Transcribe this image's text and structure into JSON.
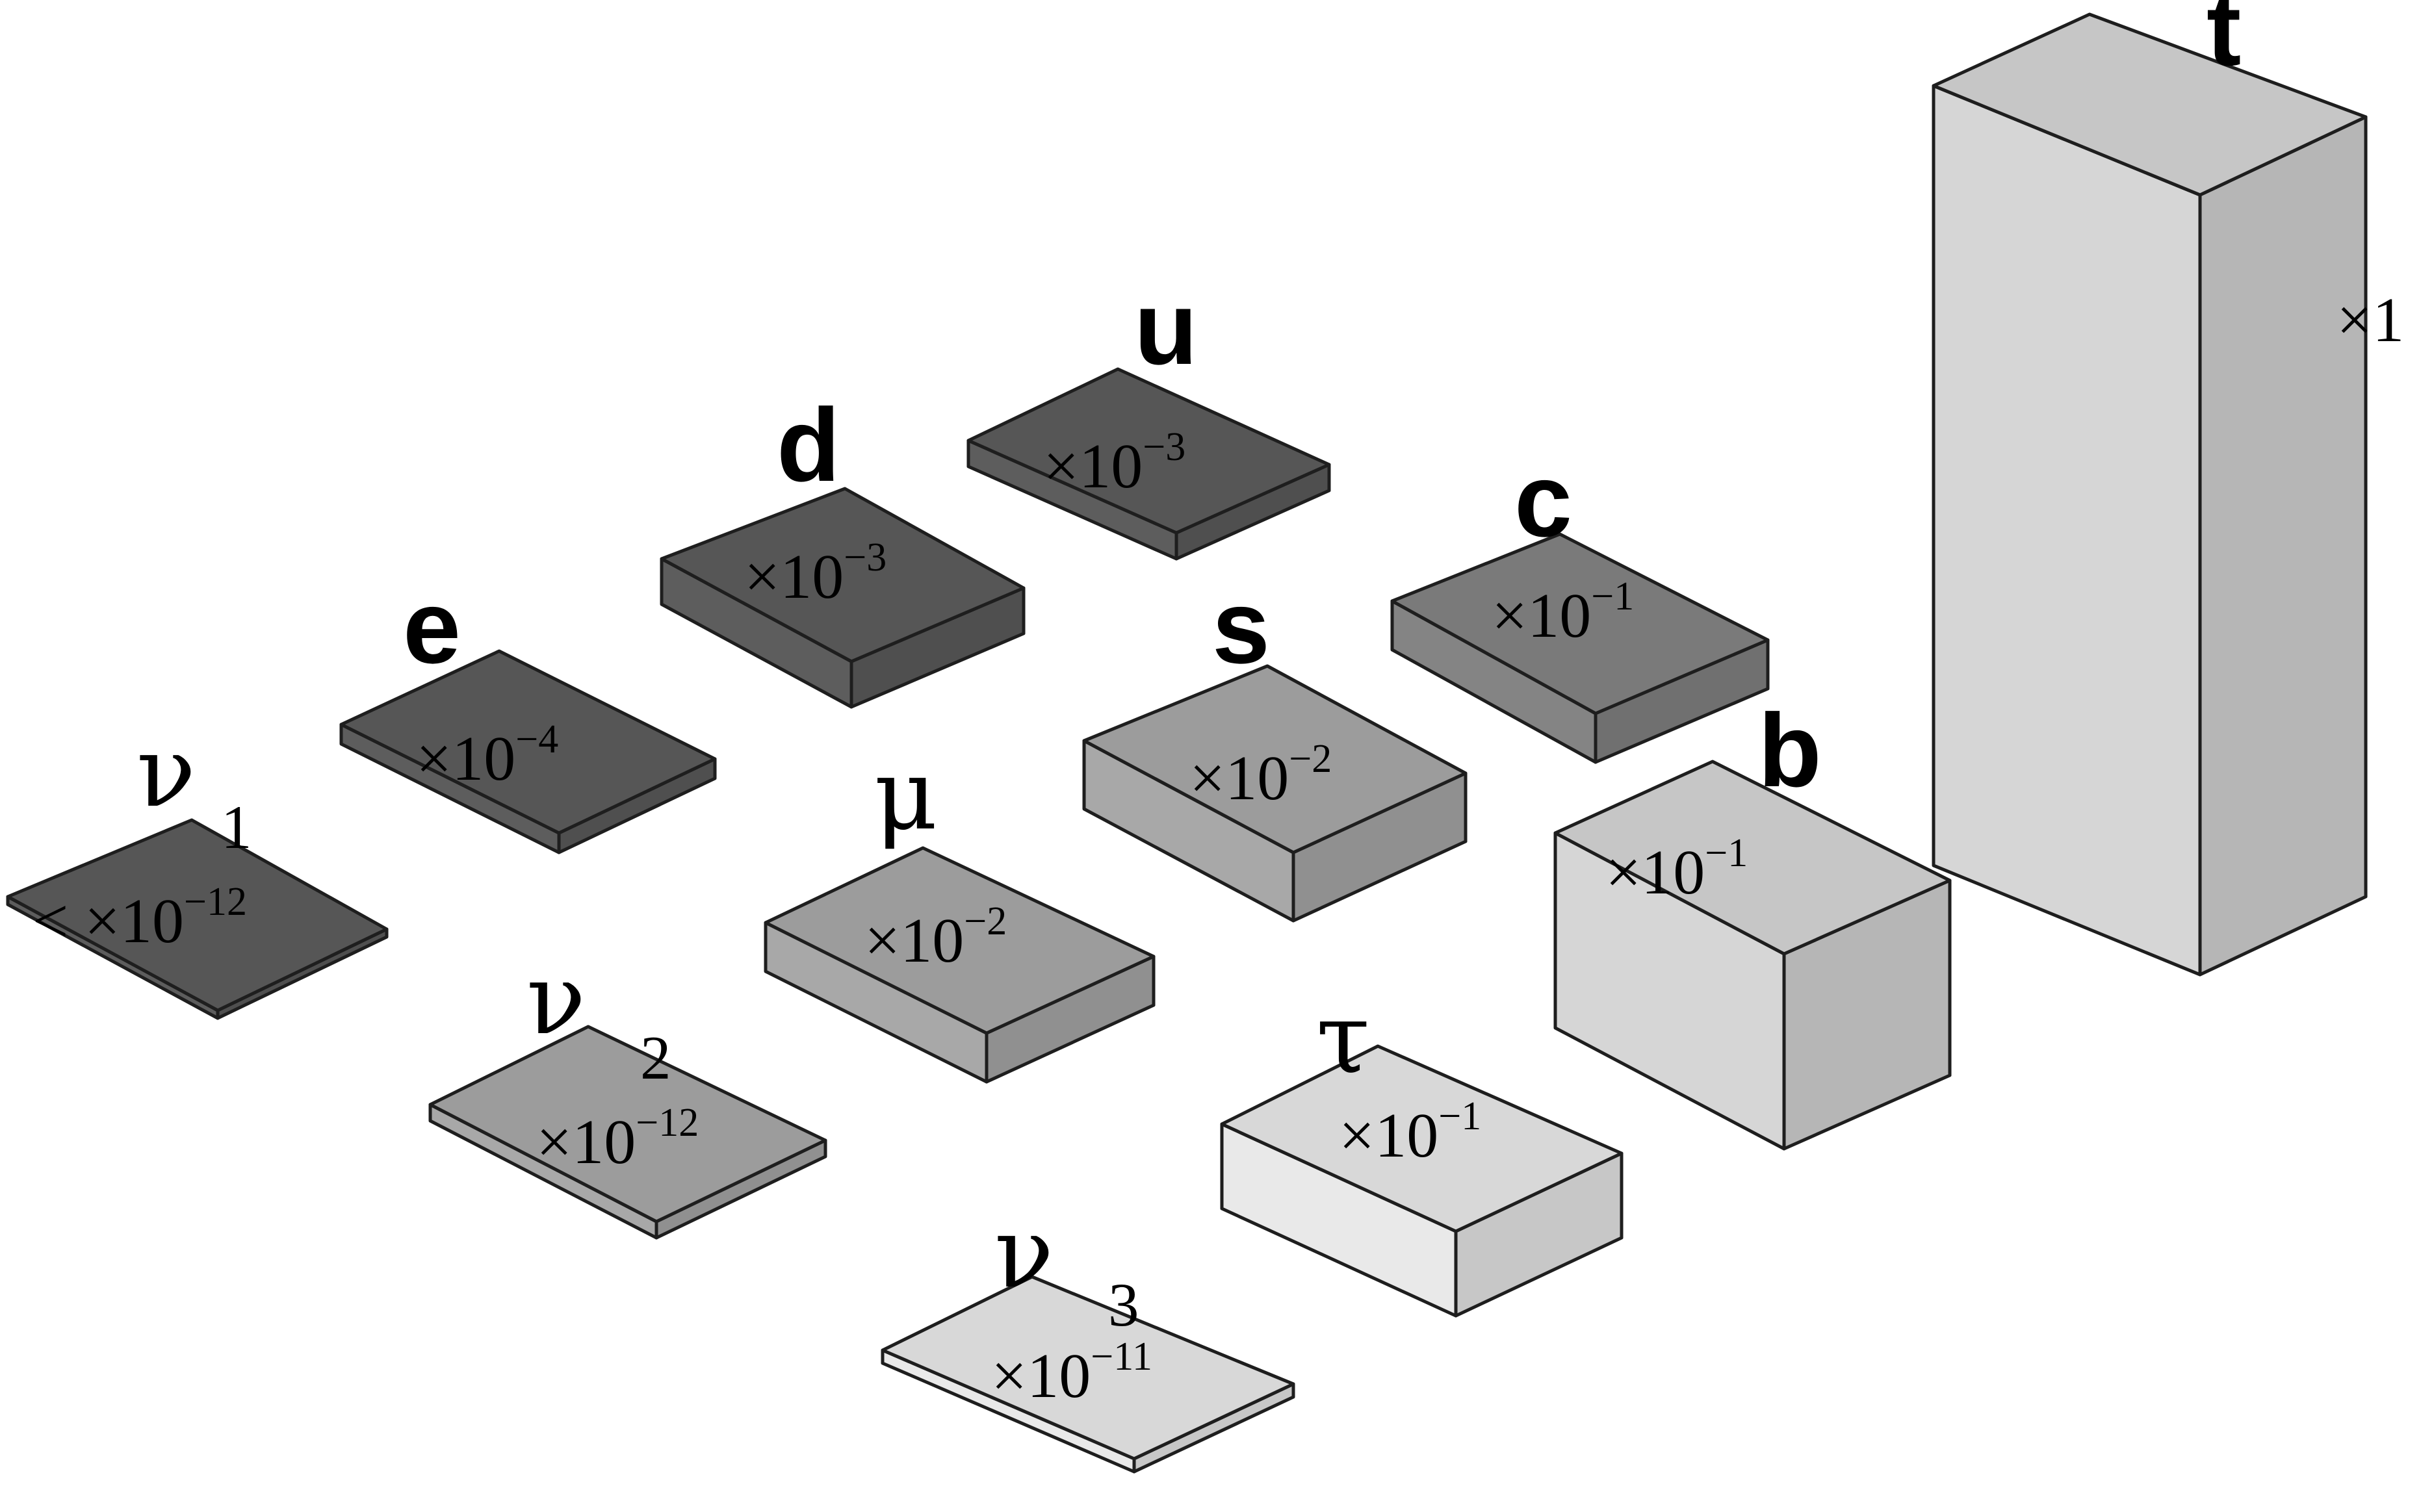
{
  "colors": {
    "darkest": "#565656",
    "dark": "#7a7a7a",
    "mid": "#9c9c9c",
    "light": "#c6c6c6",
    "lightest": "#d8d8d8",
    "outline": "#1e1e1e"
  },
  "particles": [
    {
      "id": "nu1",
      "name": "ν",
      "sub": "1",
      "base": "< ×10",
      "exp": "−12",
      "shade": "darkest"
    },
    {
      "id": "e",
      "name": "e",
      "sub": "",
      "base": "×10",
      "exp": "−4",
      "shade": "darkest"
    },
    {
      "id": "d",
      "name": "d",
      "sub": "",
      "base": "×10",
      "exp": "−3",
      "shade": "darkest"
    },
    {
      "id": "u",
      "name": "u",
      "sub": "",
      "base": "×10",
      "exp": "−3",
      "shade": "darkest"
    },
    {
      "id": "nu2",
      "name": "ν",
      "sub": "2",
      "base": "×10",
      "exp": "−12",
      "shade": "mid"
    },
    {
      "id": "mu",
      "name": "μ",
      "sub": "",
      "base": "×10",
      "exp": "−2",
      "shade": "mid"
    },
    {
      "id": "s",
      "name": "s",
      "sub": "",
      "base": "×10",
      "exp": "−2",
      "shade": "mid"
    },
    {
      "id": "c",
      "name": "c",
      "sub": "",
      "base": "×10",
      "exp": "−1",
      "shade": "dark"
    },
    {
      "id": "nu3",
      "name": "ν",
      "sub": "3",
      "base": "×10",
      "exp": "−11",
      "shade": "lightest"
    },
    {
      "id": "tau",
      "name": "τ",
      "sub": "",
      "base": "×10",
      "exp": "−1",
      "shade": "lightest"
    },
    {
      "id": "b",
      "name": "b",
      "sub": "",
      "base": "×10",
      "exp": "−1",
      "shade": "light"
    },
    {
      "id": "t",
      "name": "t",
      "sub": "",
      "base": "×1",
      "exp": "",
      "shade": "light"
    }
  ]
}
